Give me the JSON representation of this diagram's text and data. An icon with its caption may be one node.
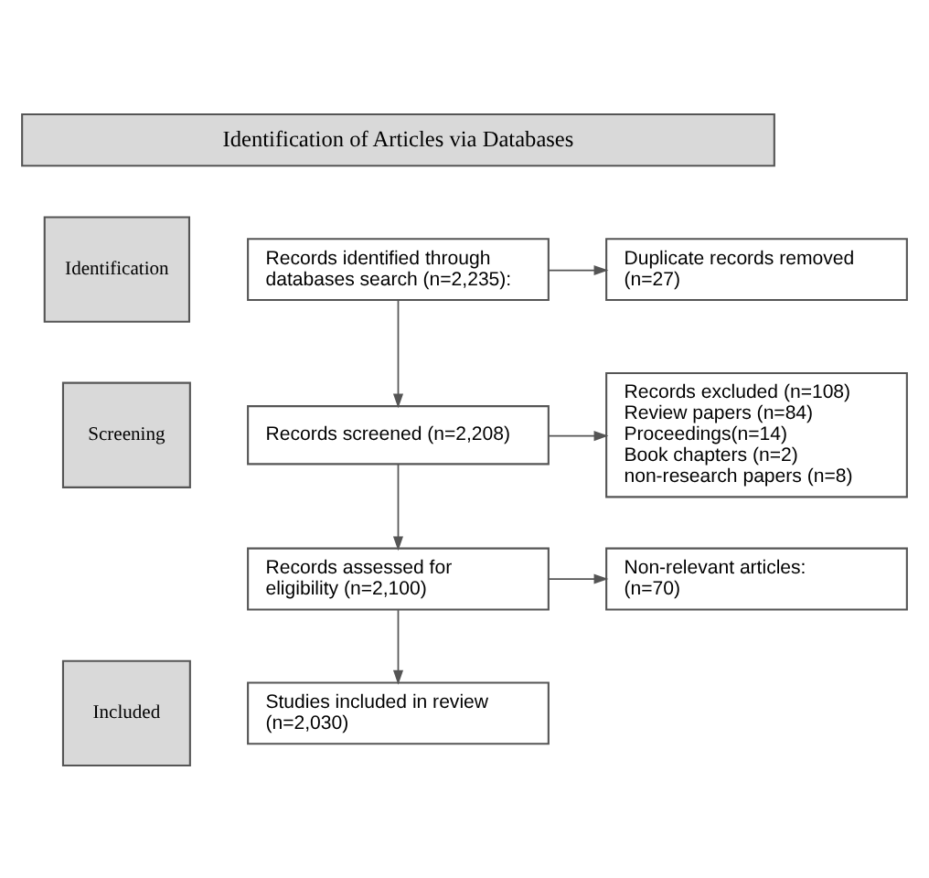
{
  "diagram": {
    "nodes": [
      {
        "text": [
          "Identification of Articles via Databases"
        ]
      },
      {
        "text": [
          "Identification"
        ]
      },
      {
        "text": [
          "Records identified through databases search (n=2,235):"
        ]
      },
      {
        "text": [
          "Duplicate records removed (n=27)"
        ]
      },
      {
        "text": [
          "Screening"
        ]
      },
      {
        "text": [
          "Records screened (n=2,208)"
        ]
      },
      {
        "text": [
          "Records excluded (n=108)",
          "Review papers (n=84)",
          "Proceedings(n=14)",
          "Book chapters (n=2)",
          "non-research papers (n=8)"
        ]
      },
      {
        "text": [
          "Records assessed for eligibility (n=2,100)"
        ]
      },
      {
        "text": [
          "Non-relevant articles: (n=70)"
        ]
      },
      {
        "text": [
          "Included"
        ]
      },
      {
        "text": [
          "Studies included in review (n=2,030)"
        ]
      }
    ],
    "edges": [
      {
        "from": 2,
        "to": 5,
        "arrow": "to"
      },
      {
        "from": 2,
        "to": 3,
        "arrow": "to"
      },
      {
        "from": 5,
        "to": 7,
        "arrow": "to"
      },
      {
        "from": 5,
        "to": 6,
        "arrow": "to"
      },
      {
        "from": 7,
        "to": 10,
        "arrow": "to"
      },
      {
        "from": 7,
        "to": 8,
        "arrow": "to"
      }
    ]
  }
}
